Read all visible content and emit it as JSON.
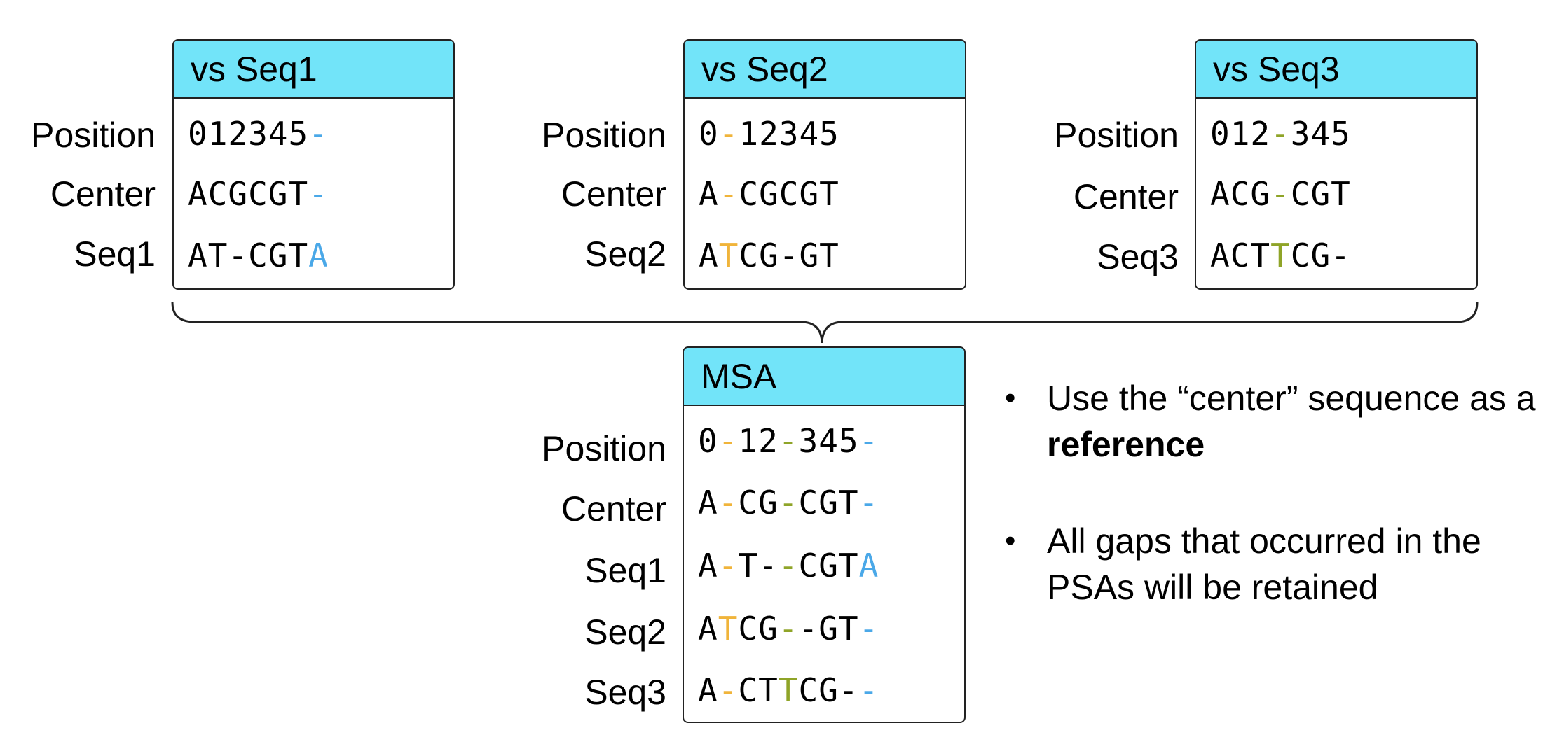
{
  "colors": {
    "header_bg": "#72e4f9",
    "gap_seq1": "#4aa8e8",
    "gap_seq2": "#f0b43a",
    "gap_seq3": "#8fa428",
    "border": "#222222"
  },
  "row_labels": {
    "position": "Position",
    "center": "Center",
    "seq1": "Seq1",
    "seq2": "Seq2",
    "seq3": "Seq3"
  },
  "pairwise": [
    {
      "title": "vs Seq1",
      "rows": [
        {
          "label": "Position",
          "segments": [
            {
              "t": "012345",
              "c": ""
            },
            {
              "t": "-",
              "c": "b"
            }
          ]
        },
        {
          "label": "Center",
          "segments": [
            {
              "t": "ACGCGT",
              "c": ""
            },
            {
              "t": "-",
              "c": "b"
            }
          ]
        },
        {
          "label": "Seq1",
          "segments": [
            {
              "t": "AT-CGT",
              "c": ""
            },
            {
              "t": "A",
              "c": "b"
            }
          ]
        }
      ]
    },
    {
      "title": "vs Seq2",
      "rows": [
        {
          "label": "Position",
          "segments": [
            {
              "t": "0",
              "c": ""
            },
            {
              "t": "-",
              "c": "y"
            },
            {
              "t": "12345",
              "c": ""
            }
          ]
        },
        {
          "label": "Center",
          "segments": [
            {
              "t": "A",
              "c": ""
            },
            {
              "t": "-",
              "c": "y"
            },
            {
              "t": "CGCGT",
              "c": ""
            }
          ]
        },
        {
          "label": "Seq2",
          "segments": [
            {
              "t": "A",
              "c": ""
            },
            {
              "t": "T",
              "c": "y"
            },
            {
              "t": "CG-GT",
              "c": ""
            }
          ]
        }
      ]
    },
    {
      "title": "vs Seq3",
      "rows": [
        {
          "label": "Position",
          "segments": [
            {
              "t": "012",
              "c": ""
            },
            {
              "t": "-",
              "c": "g"
            },
            {
              "t": "345",
              "c": ""
            }
          ]
        },
        {
          "label": "Center",
          "segments": [
            {
              "t": "ACG",
              "c": ""
            },
            {
              "t": "-",
              "c": "g"
            },
            {
              "t": "CGT",
              "c": ""
            }
          ]
        },
        {
          "label": "Seq3",
          "segments": [
            {
              "t": "ACT",
              "c": ""
            },
            {
              "t": "T",
              "c": "g"
            },
            {
              "t": "CG-",
              "c": ""
            }
          ]
        }
      ]
    }
  ],
  "msa": {
    "title": "MSA",
    "rows": [
      {
        "label": "Position",
        "segments": [
          {
            "t": "0",
            "c": ""
          },
          {
            "t": "-",
            "c": "y"
          },
          {
            "t": "12",
            "c": ""
          },
          {
            "t": "-",
            "c": "g"
          },
          {
            "t": "345",
            "c": ""
          },
          {
            "t": "-",
            "c": "b"
          }
        ]
      },
      {
        "label": "Center",
        "segments": [
          {
            "t": "A",
            "c": ""
          },
          {
            "t": "-",
            "c": "y"
          },
          {
            "t": "CG",
            "c": ""
          },
          {
            "t": "-",
            "c": "g"
          },
          {
            "t": "CGT",
            "c": ""
          },
          {
            "t": "-",
            "c": "b"
          }
        ]
      },
      {
        "label": "Seq1",
        "segments": [
          {
            "t": "A",
            "c": ""
          },
          {
            "t": "-",
            "c": "y"
          },
          {
            "t": "T-",
            "c": ""
          },
          {
            "t": "-",
            "c": "g"
          },
          {
            "t": "CGT",
            "c": ""
          },
          {
            "t": "A",
            "c": "b"
          }
        ]
      },
      {
        "label": "Seq2",
        "segments": [
          {
            "t": "A",
            "c": ""
          },
          {
            "t": "T",
            "c": "y"
          },
          {
            "t": "CG",
            "c": ""
          },
          {
            "t": "-",
            "c": "g"
          },
          {
            "t": "-GT",
            "c": ""
          },
          {
            "t": "-",
            "c": "b"
          }
        ]
      },
      {
        "label": "Seq3",
        "segments": [
          {
            "t": "A",
            "c": ""
          },
          {
            "t": "-",
            "c": "y"
          },
          {
            "t": "CT",
            "c": ""
          },
          {
            "t": "T",
            "c": "g"
          },
          {
            "t": "CG-",
            "c": ""
          },
          {
            "t": "-",
            "c": "b"
          }
        ]
      }
    ]
  },
  "bullets": [
    {
      "before": "Use the “center” sequence as a ",
      "bold": "reference",
      "after": ""
    },
    {
      "before": "All gaps that occurred in the PSAs will be retained",
      "bold": "",
      "after": ""
    }
  ],
  "bullet_symbol": "•"
}
